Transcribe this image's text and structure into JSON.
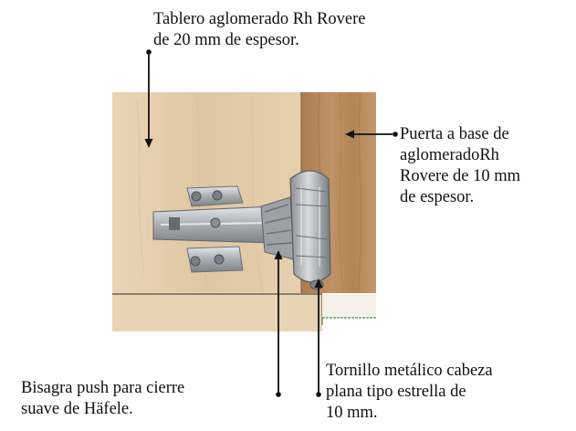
{
  "labels": {
    "board": {
      "line1": "Tablero aglomerado Rh Rovere",
      "line2": "de 20 mm de espesor."
    },
    "door": {
      "line1": "Puerta a base de",
      "line2": "aglomeradoRh",
      "line3": "Rovere de 10 mm",
      "line4": "de espesor."
    },
    "hinge": {
      "line1": "Bisagra push para cierre",
      "line2": "suave de Häfele."
    },
    "screw": {
      "line1": "Tornillo metálico cabeza",
      "line2": "plana tipo estrella de",
      "line3": "10 mm."
    }
  },
  "colors": {
    "board_wood": "#e3ccac",
    "door_wood": "#b58a5c",
    "hinge_metal": "#b9bcc0",
    "leader_line": "#111111"
  }
}
